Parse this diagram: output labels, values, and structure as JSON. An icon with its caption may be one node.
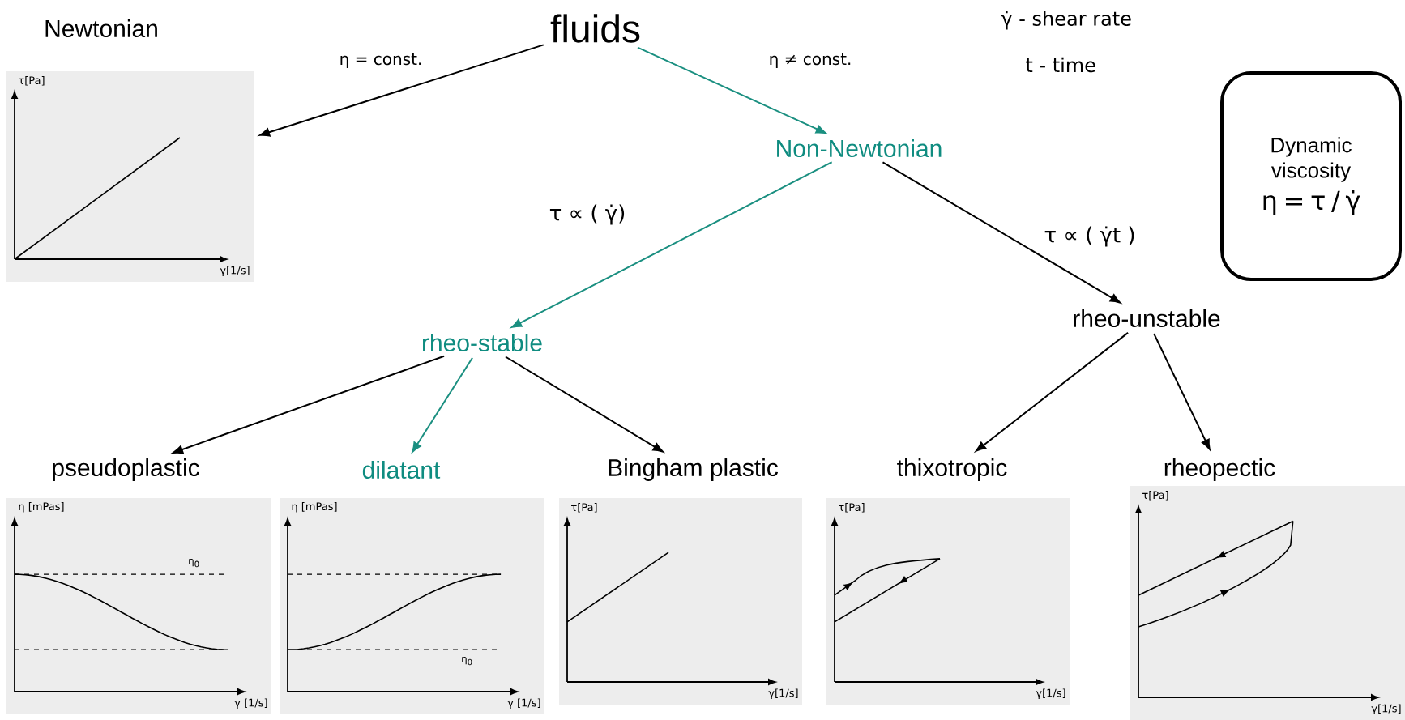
{
  "diagram": {
    "nodes": [
      {
        "text": [
          "fluids"
        ]
      },
      {
        "text": [
          "Newtonian",
          "τ[Pa]",
          "γ[1/s]"
        ]
      },
      {
        "text": [
          "Non-Newtonian"
        ]
      },
      {
        "text": [
          "rheo-stable"
        ]
      },
      {
        "text": [
          "rheo-unstable"
        ]
      },
      {
        "text": [
          "pseudoplastic",
          "η [mPas]",
          "η$_{0}$",
          "γ [1/s]"
        ]
      },
      {
        "text": [
          "dilatant",
          "η [mPas]",
          "η$_{0}$",
          "γ [1/s]"
        ]
      },
      {
        "text": [
          "Bingham plastic",
          "τ[Pa]",
          "γ[1/s]"
        ]
      },
      {
        "text": [
          "thixotropic",
          "τ[Pa]",
          "γ[1/s]"
        ]
      },
      {
        "text": [
          "rheopectic",
          "τ[Pa]",
          "γ[1/s]"
        ]
      },
      {
        "text": [
          "Dynamic viscosity",
          "η = τ / γ̇"
        ]
      }
    ],
    "edges": [
      {
        "from": 0,
        "to": 1,
        "arrow": "to",
        "label": "η = const."
      },
      {
        "from": 0,
        "to": 2,
        "arrow": "to",
        "label": "η ≠ const.",
        "color": "#1a8f80"
      },
      {
        "from": 2,
        "to": 3,
        "arrow": "to",
        "label": "τ ∝ ( γ̇)",
        "color": "#1a8f80"
      },
      {
        "from": 2,
        "to": 4,
        "arrow": "to",
        "label": "τ ∝ ( γ̇t )"
      },
      {
        "from": 3,
        "to": 5,
        "arrow": "to"
      },
      {
        "from": 3,
        "to": 6,
        "arrow": "to",
        "color": "#1a8f80"
      },
      {
        "from": 3,
        "to": 7,
        "arrow": "to"
      },
      {
        "from": 4,
        "to": 8,
        "arrow": "to"
      },
      {
        "from": 4,
        "to": 9,
        "arrow": "to"
      }
    ],
    "labels": [
      "γ̇  -  shear rate",
      "t  -  time"
    ]
  }
}
